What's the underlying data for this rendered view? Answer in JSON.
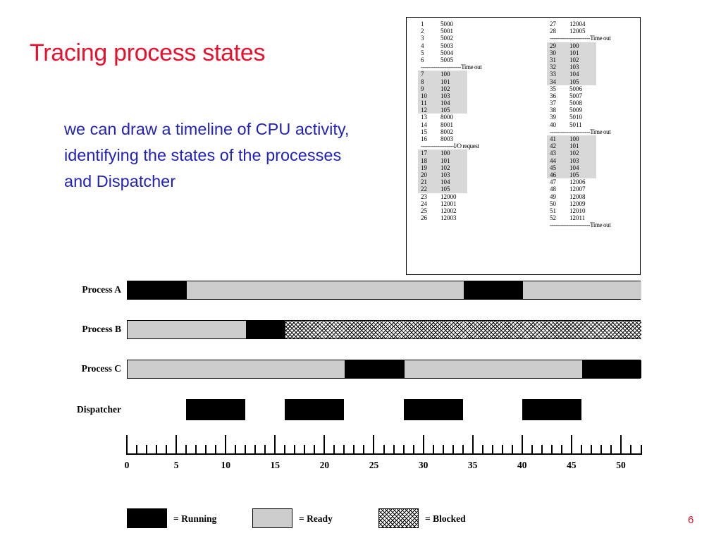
{
  "slide": {
    "title": "Tracing process states",
    "bullet": "we can draw a timeline of CPU activity, identifying the states of the processes and Dispatcher",
    "page_number": "6"
  },
  "trace": {
    "left": [
      {
        "n": "1",
        "addr": "5000",
        "shaded": false
      },
      {
        "n": "2",
        "addr": "5001",
        "shaded": false
      },
      {
        "n": "3",
        "addr": "5002",
        "shaded": false
      },
      {
        "n": "4",
        "addr": "5003",
        "shaded": false
      },
      {
        "n": "5",
        "addr": "5004",
        "shaded": false
      },
      {
        "n": "6",
        "addr": "5005",
        "shaded": false
      },
      {
        "sep": "----------------------Time out"
      },
      {
        "n": "7",
        "addr": "100",
        "shaded": true
      },
      {
        "n": "8",
        "addr": "101",
        "shaded": true
      },
      {
        "n": "9",
        "addr": "102",
        "shaded": true
      },
      {
        "n": "10",
        "addr": "103",
        "shaded": true
      },
      {
        "n": "11",
        "addr": "104",
        "shaded": true
      },
      {
        "n": "12",
        "addr": "105",
        "shaded": true
      },
      {
        "n": "13",
        "addr": "8000",
        "shaded": false
      },
      {
        "n": "14",
        "addr": "8001",
        "shaded": false
      },
      {
        "n": "15",
        "addr": "8002",
        "shaded": false
      },
      {
        "n": "16",
        "addr": "8003",
        "shaded": false
      },
      {
        "sep": "------------------I/O request"
      },
      {
        "n": "17",
        "addr": "100",
        "shaded": true
      },
      {
        "n": "18",
        "addr": "101",
        "shaded": true
      },
      {
        "n": "19",
        "addr": "102",
        "shaded": true
      },
      {
        "n": "20",
        "addr": "103",
        "shaded": true
      },
      {
        "n": "21",
        "addr": "104",
        "shaded": true
      },
      {
        "n": "22",
        "addr": "105",
        "shaded": true
      },
      {
        "n": "23",
        "addr": "12000",
        "shaded": false
      },
      {
        "n": "24",
        "addr": "12001",
        "shaded": false
      },
      {
        "n": "25",
        "addr": "12002",
        "shaded": false
      },
      {
        "n": "26",
        "addr": "12003",
        "shaded": false
      }
    ],
    "right": [
      {
        "n": "27",
        "addr": "12004",
        "shaded": false
      },
      {
        "n": "28",
        "addr": "12005",
        "shaded": false
      },
      {
        "sep": "----------------------Time out"
      },
      {
        "n": "29",
        "addr": "100",
        "shaded": true
      },
      {
        "n": "30",
        "addr": "101",
        "shaded": true
      },
      {
        "n": "31",
        "addr": "102",
        "shaded": true
      },
      {
        "n": "32",
        "addr": "103",
        "shaded": true
      },
      {
        "n": "33",
        "addr": "104",
        "shaded": true
      },
      {
        "n": "34",
        "addr": "105",
        "shaded": true
      },
      {
        "n": "35",
        "addr": "5006",
        "shaded": false
      },
      {
        "n": "36",
        "addr": "5007",
        "shaded": false
      },
      {
        "n": "37",
        "addr": "5008",
        "shaded": false
      },
      {
        "n": "38",
        "addr": "5009",
        "shaded": false
      },
      {
        "n": "39",
        "addr": "5010",
        "shaded": false
      },
      {
        "n": "40",
        "addr": "5011",
        "shaded": false
      },
      {
        "sep": "----------------------Time out"
      },
      {
        "n": "41",
        "addr": "100",
        "shaded": true
      },
      {
        "n": "42",
        "addr": "101",
        "shaded": true
      },
      {
        "n": "43",
        "addr": "102",
        "shaded": true
      },
      {
        "n": "44",
        "addr": "103",
        "shaded": true
      },
      {
        "n": "45",
        "addr": "104",
        "shaded": true
      },
      {
        "n": "46",
        "addr": "105",
        "shaded": true
      },
      {
        "n": "47",
        "addr": "12006",
        "shaded": false
      },
      {
        "n": "48",
        "addr": "12007",
        "shaded": false
      },
      {
        "n": "49",
        "addr": "12008",
        "shaded": false
      },
      {
        "n": "50",
        "addr": "12009",
        "shaded": false
      },
      {
        "n": "51",
        "addr": "12010",
        "shaded": false
      },
      {
        "n": "52",
        "addr": "12011",
        "shaded": false
      },
      {
        "sep": "----------------------Time out"
      }
    ]
  },
  "timeline": {
    "processes": [
      {
        "name": "Process A",
        "segments": [
          {
            "state": "running",
            "start": 0,
            "end": 6
          },
          {
            "state": "ready",
            "start": 6,
            "end": 34
          },
          {
            "state": "running",
            "start": 34,
            "end": 40
          },
          {
            "state": "ready",
            "start": 40,
            "end": 52
          }
        ]
      },
      {
        "name": "Process B",
        "segments": [
          {
            "state": "ready",
            "start": 0,
            "end": 12
          },
          {
            "state": "running",
            "start": 12,
            "end": 16
          },
          {
            "state": "blocked",
            "start": 16,
            "end": 52
          }
        ]
      },
      {
        "name": "Process C",
        "segments": [
          {
            "state": "ready",
            "start": 0,
            "end": 22
          },
          {
            "state": "running",
            "start": 22,
            "end": 28
          },
          {
            "state": "ready",
            "start": 28,
            "end": 46
          },
          {
            "state": "running",
            "start": 46,
            "end": 52
          }
        ]
      }
    ],
    "dispatcher": {
      "name": "Dispatcher",
      "blocks": [
        {
          "start": 6,
          "end": 12
        },
        {
          "start": 16,
          "end": 22
        },
        {
          "start": 28,
          "end": 34
        },
        {
          "start": 40,
          "end": 46
        }
      ]
    },
    "axis": {
      "min": 0,
      "max": 52,
      "tick_labels": [
        "0",
        "5",
        "10",
        "15",
        "20",
        "25",
        "30",
        "35",
        "40",
        "45",
        "50"
      ]
    }
  },
  "legend": [
    {
      "state": "running",
      "label": "= Running"
    },
    {
      "state": "ready",
      "label": "= Ready"
    },
    {
      "state": "blocked",
      "label": "= Blocked"
    }
  ],
  "colors": {
    "title": "#e8112d",
    "bullet_text": "#2222bb",
    "running": "#000000",
    "ready": "#cccccc"
  }
}
